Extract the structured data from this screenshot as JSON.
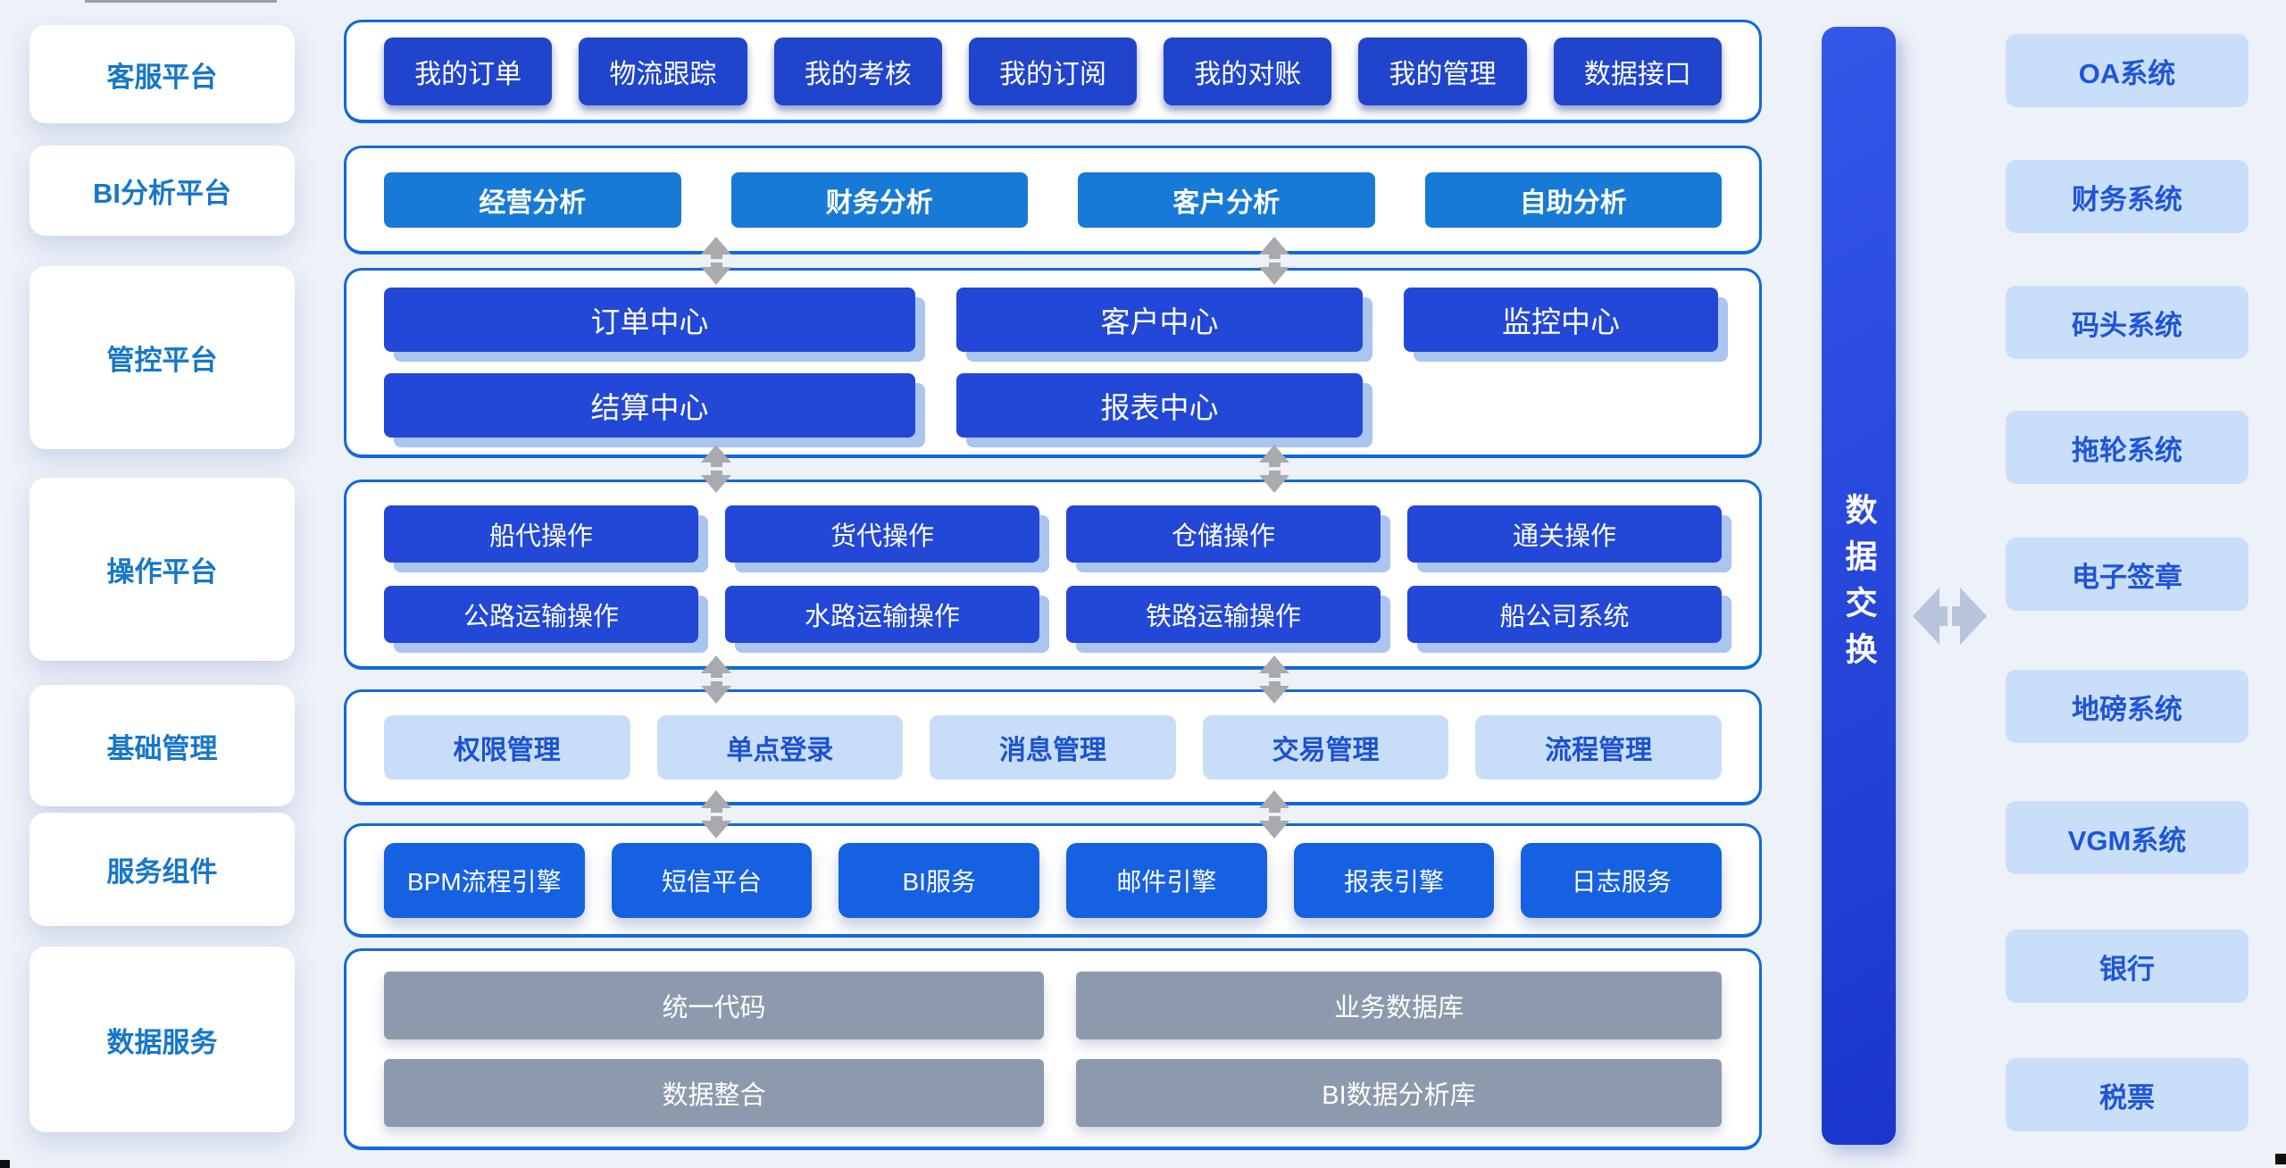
{
  "left_platforms": [
    "客服平台",
    "BI分析平台",
    "管控平台",
    "操作平台",
    "基础管理",
    "服务组件",
    "数据服务"
  ],
  "customer_service_row": [
    "我的订单",
    "物流跟踪",
    "我的考核",
    "我的订阅",
    "我的对账",
    "我的管理",
    "数据接口"
  ],
  "bi_row": [
    "经营分析",
    "财务分析",
    "客户分析",
    "自助分析"
  ],
  "control_row": {
    "line1": [
      "订单中心",
      "客户中心",
      "监控中心"
    ],
    "line2": [
      "结算中心",
      "报表中心"
    ]
  },
  "operation_row": {
    "line1": [
      "船代操作",
      "货代操作",
      "仓储操作",
      "通关操作"
    ],
    "line2": [
      "公路运输操作",
      "水路运输操作",
      "铁路运输操作",
      "船公司系统"
    ]
  },
  "base_row": [
    "权限管理",
    "单点登录",
    "消息管理",
    "交易管理",
    "流程管理"
  ],
  "service_row": [
    "BPM流程引擎",
    "短信平台",
    "BI服务",
    "邮件引擎",
    "报表引擎",
    "日志服务"
  ],
  "data_row": {
    "line1": [
      "统一代码",
      "业务数据库"
    ],
    "line2": [
      "数据整合",
      "BI数据分析库"
    ]
  },
  "exchange_bar_label": "数据交换",
  "external_systems": [
    "OA系统",
    "财务系统",
    "码头系统",
    "拖轮系统",
    "电子签章",
    "地磅系统",
    "VGM系统",
    "银行",
    "税票"
  ],
  "colors": {
    "page_bg": "#edf1f8",
    "panel_border": "#1368d9",
    "node_navy": "#2144cd",
    "node_medium_blue": "#177ad6",
    "node_dark_blue": "#2347d6",
    "node_hard_shadow": "#aac6f0",
    "node_bright_blue": "#1660e2",
    "node_light_blue_bg": "#c8def8",
    "node_light_blue_text": "#1b52d1",
    "node_gray": "#8d9aae",
    "exchange_bar_blue": "#2447dd",
    "external_bg": "#c9def9",
    "external_text": "#1e55d8",
    "left_label_text": "#1777c9",
    "arrow_gray": "#a8aaad",
    "arrow_blue_gray": "#b7c4d9"
  }
}
